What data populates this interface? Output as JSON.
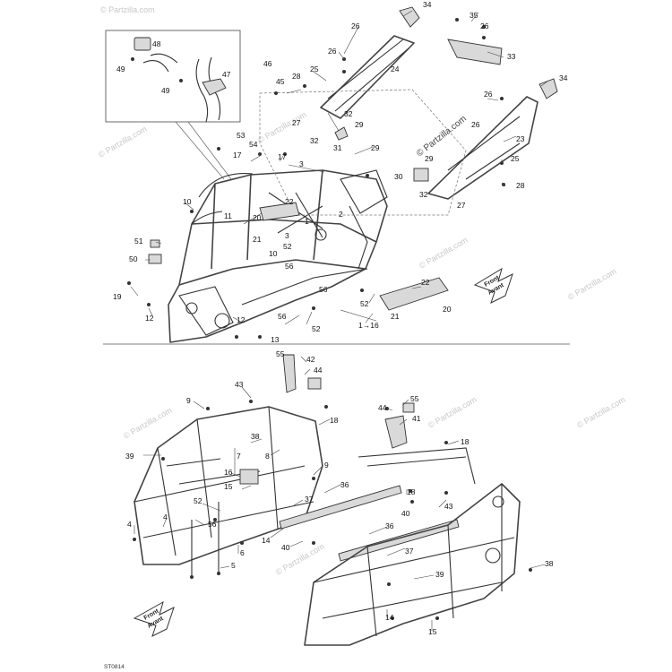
{
  "watermark_text": "© Partzilla.com",
  "front_arrow": {
    "line1": "Front",
    "line2": "Avant"
  },
  "drawing_ref": "ST0814",
  "top_callouts": [
    {
      "id": "t34a",
      "text": "34"
    },
    {
      "id": "t26a",
      "text": "26"
    },
    {
      "id": "t35",
      "text": "35"
    },
    {
      "id": "t26b",
      "text": "26"
    },
    {
      "id": "t33",
      "text": "33"
    },
    {
      "id": "t48",
      "text": "48"
    },
    {
      "id": "t49a",
      "text": "49"
    },
    {
      "id": "t47",
      "text": "47"
    },
    {
      "id": "t49b",
      "text": "49"
    },
    {
      "id": "t46",
      "text": "46"
    },
    {
      "id": "t26c",
      "text": "26"
    },
    {
      "id": "t25a",
      "text": "25"
    },
    {
      "id": "t28a",
      "text": "28"
    },
    {
      "id": "t24",
      "text": "24"
    },
    {
      "id": "t34b",
      "text": "34"
    },
    {
      "id": "t45",
      "text": "45"
    },
    {
      "id": "t26d",
      "text": "26"
    },
    {
      "id": "t27a",
      "text": "27"
    },
    {
      "id": "t32a",
      "text": "32"
    },
    {
      "id": "t29a",
      "text": "29"
    },
    {
      "id": "t32b",
      "text": "32"
    },
    {
      "id": "t26e",
      "text": "26"
    },
    {
      "id": "t23",
      "text": "23"
    },
    {
      "id": "t53",
      "text": "53"
    },
    {
      "id": "t54",
      "text": "54"
    },
    {
      "id": "t31",
      "text": "31"
    },
    {
      "id": "t17a",
      "text": "17"
    },
    {
      "id": "t17b",
      "text": "17"
    },
    {
      "id": "t3a",
      "text": "3"
    },
    {
      "id": "t29b",
      "text": "29"
    },
    {
      "id": "t29c",
      "text": "29"
    },
    {
      "id": "t25b",
      "text": "25"
    },
    {
      "id": "t30",
      "text": "30"
    },
    {
      "id": "t28b",
      "text": "28"
    },
    {
      "id": "t32c",
      "text": "32"
    },
    {
      "id": "t10a",
      "text": "10"
    },
    {
      "id": "t22a",
      "text": "22"
    },
    {
      "id": "t27b",
      "text": "27"
    },
    {
      "id": "t11",
      "text": "11"
    },
    {
      "id": "t20a",
      "text": "20"
    },
    {
      "id": "t2",
      "text": "2"
    },
    {
      "id": "t1",
      "text": "1"
    },
    {
      "id": "t51",
      "text": "51"
    },
    {
      "id": "t21a",
      "text": "21"
    },
    {
      "id": "t3b",
      "text": "3"
    },
    {
      "id": "t52a",
      "text": "52"
    },
    {
      "id": "t10b",
      "text": "10"
    },
    {
      "id": "t50",
      "text": "50"
    },
    {
      "id": "t56a",
      "text": "56"
    },
    {
      "id": "t22b",
      "text": "22"
    },
    {
      "id": "t19",
      "text": "19"
    },
    {
      "id": "t56b",
      "text": "56"
    },
    {
      "id": "t52b",
      "text": "52"
    },
    {
      "id": "t21b",
      "text": "21"
    },
    {
      "id": "t12a",
      "text": "12"
    },
    {
      "id": "t12b",
      "text": "12"
    },
    {
      "id": "t56c",
      "text": "56"
    },
    {
      "id": "t20b",
      "text": "20"
    },
    {
      "id": "t52c",
      "text": "52"
    },
    {
      "id": "t116",
      "text": "1→16"
    },
    {
      "id": "t13",
      "text": "13"
    }
  ],
  "bottom_callouts": [
    {
      "id": "b55a",
      "text": "55"
    },
    {
      "id": "b42",
      "text": "42"
    },
    {
      "id": "b44a",
      "text": "44"
    },
    {
      "id": "b43a",
      "text": "43"
    },
    {
      "id": "b9a",
      "text": "9"
    },
    {
      "id": "b55b",
      "text": "55"
    },
    {
      "id": "b44b",
      "text": "44"
    },
    {
      "id": "b41",
      "text": "41"
    },
    {
      "id": "b18a",
      "text": "18"
    },
    {
      "id": "b18b",
      "text": "18"
    },
    {
      "id": "b38a",
      "text": "38"
    },
    {
      "id": "b39a",
      "text": "39"
    },
    {
      "id": "b7",
      "text": "7"
    },
    {
      "id": "b8",
      "text": "8"
    },
    {
      "id": "b9b",
      "text": "9"
    },
    {
      "id": "b16",
      "text": "16"
    },
    {
      "id": "b36a",
      "text": "36"
    },
    {
      "id": "b15a",
      "text": "15"
    },
    {
      "id": "b18c",
      "text": "18"
    },
    {
      "id": "b43b",
      "text": "43"
    },
    {
      "id": "b37a",
      "text": "37"
    },
    {
      "id": "b40a",
      "text": "40"
    },
    {
      "id": "b52",
      "text": "52"
    },
    {
      "id": "b56",
      "text": "56"
    },
    {
      "id": "b4",
      "text": "4"
    },
    {
      "id": "b36b",
      "text": "36"
    },
    {
      "id": "b14a",
      "text": "14"
    },
    {
      "id": "b40b",
      "text": "40"
    },
    {
      "id": "b6",
      "text": "6"
    },
    {
      "id": "b37b",
      "text": "37"
    },
    {
      "id": "b5",
      "text": "5"
    },
    {
      "id": "b38b",
      "text": "38"
    },
    {
      "id": "b39b",
      "text": "39"
    },
    {
      "id": "b4b",
      "text": "4"
    },
    {
      "id": "b14b",
      "text": "14"
    },
    {
      "id": "b15b",
      "text": "15"
    }
  ]
}
